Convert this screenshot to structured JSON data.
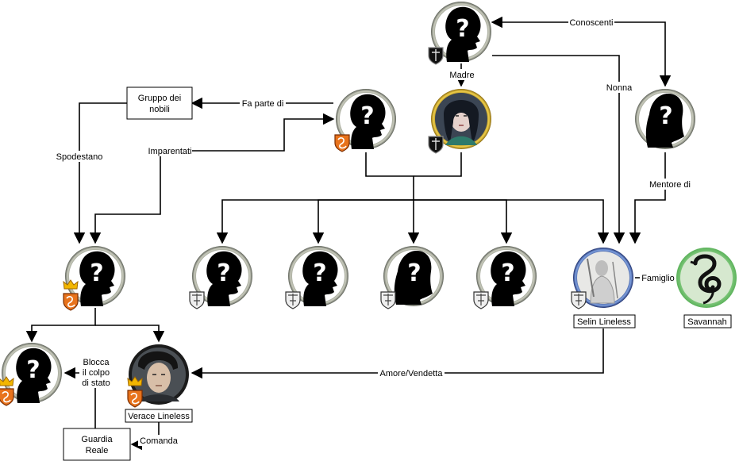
{
  "diagram": {
    "nodes": {
      "gruppo": {
        "label_line1": "Gruppo dei",
        "label_line2": "nobili"
      },
      "guardia": {
        "label_line1": "Guardia",
        "label_line2": "Reale"
      },
      "selin": {
        "label": "Selin Lineless"
      },
      "savannah": {
        "label": "Savannah"
      },
      "verace": {
        "label": "Verace Lineless"
      }
    },
    "edges": {
      "conoscenti": "Conoscenti",
      "madre": "Madre",
      "nonna": "Nonna",
      "fa_parte_di": "Fa parte di",
      "imparentati": "Imparentati",
      "spodestano": "Spodestano",
      "mentore_di": "Mentore di",
      "famiglio": "Famiglio",
      "amore_vendetta": "Amore/Vendetta",
      "blocca_1": "Blocca",
      "blocca_2": "il colpo",
      "blocca_3": "di stato",
      "comanda": "Comanda"
    },
    "icons": {
      "unknown_male": "unknown-male-silhouette-icon",
      "unknown_female": "unknown-female-silhouette-icon",
      "crest": "heraldic-shield-icon",
      "crown": "crown-icon"
    }
  }
}
